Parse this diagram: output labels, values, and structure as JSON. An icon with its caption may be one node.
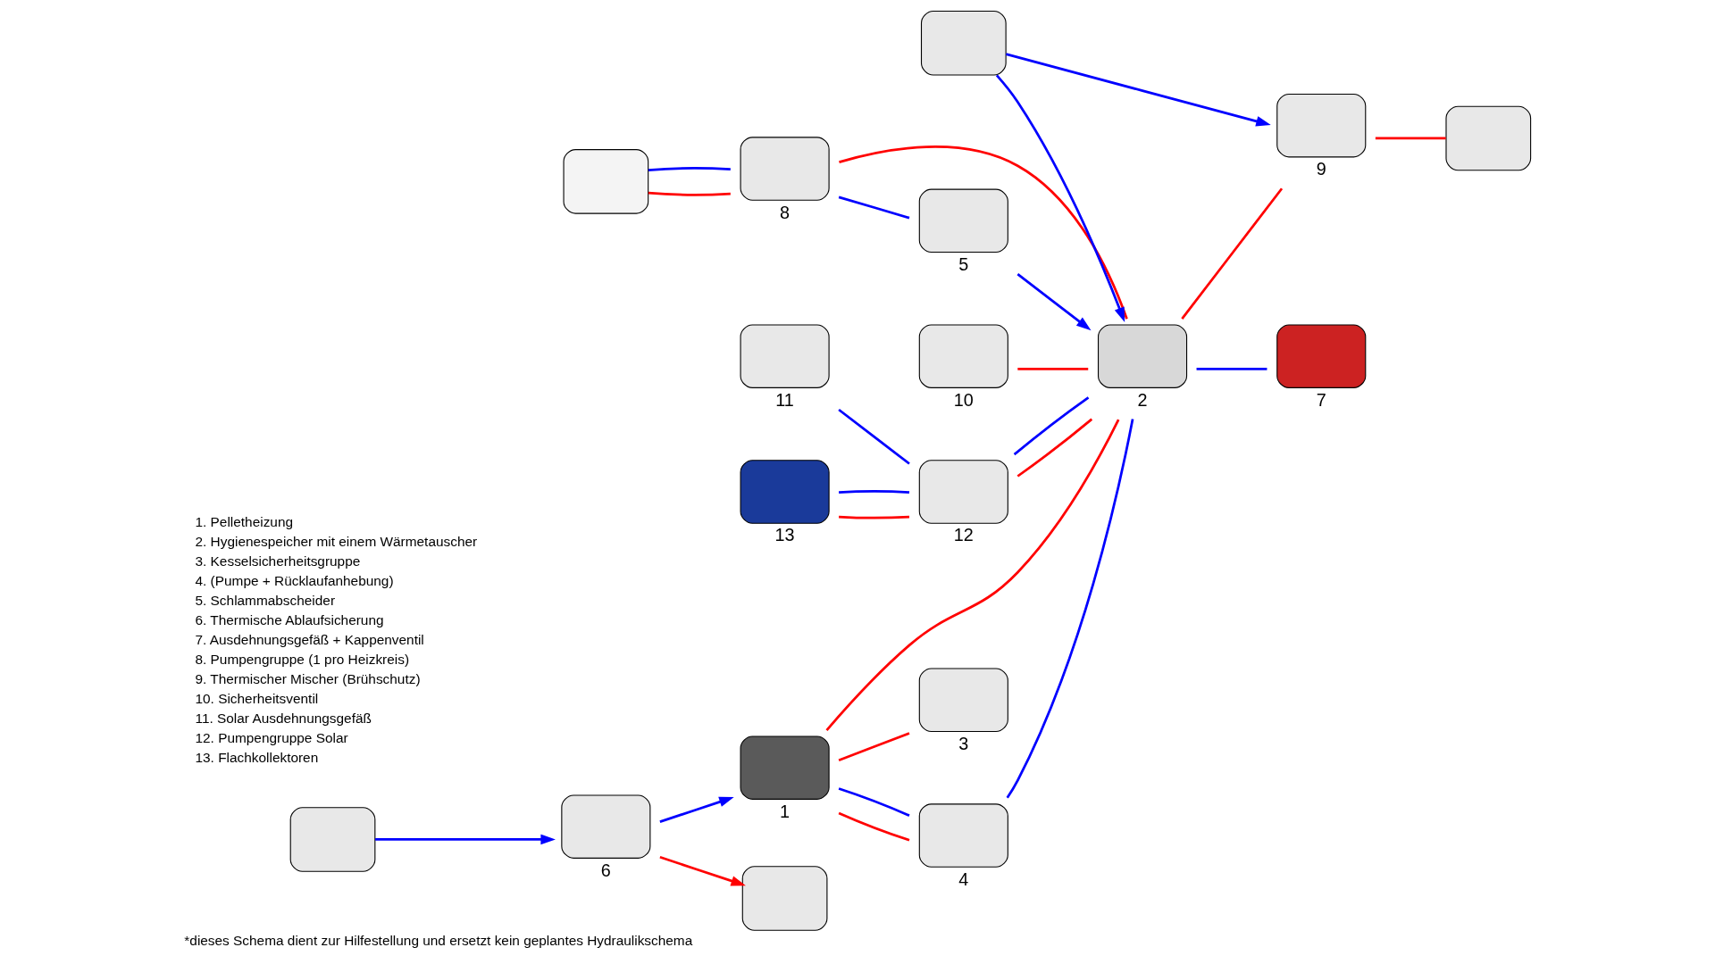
{
  "diagram": {
    "caption": "*dieses Schema dient zur Hilfestellung und ersetzt kein geplantes Hydraulikschema",
    "nodes": [
      {
        "text": [],
        "shape": "box",
        "beside": [
          "1"
        ]
      },
      {
        "text": [],
        "shape": "box",
        "beside": [
          "2"
        ]
      },
      {
        "text": [],
        "shape": "box",
        "beside": [
          "3"
        ]
      },
      {
        "text": [],
        "shape": "box",
        "beside": [
          "4"
        ]
      },
      {
        "text": [],
        "shape": "box",
        "beside": [
          "5"
        ]
      },
      {
        "text": [],
        "shape": "box",
        "beside": [
          "6"
        ]
      },
      {
        "text": [],
        "shape": "box",
        "beside": [
          "7"
        ]
      },
      {
        "text": [],
        "shape": "box",
        "beside": [
          "8"
        ]
      },
      {
        "text": [],
        "shape": "box",
        "beside": [
          "9"
        ]
      },
      {
        "text": [],
        "shape": "box",
        "beside": [
          "10"
        ]
      },
      {
        "text": [],
        "shape": "box",
        "beside": [
          "11"
        ]
      },
      {
        "text": [],
        "shape": "box",
        "beside": [
          "12"
        ]
      },
      {
        "text": [],
        "shape": "box",
        "beside": [
          "13"
        ]
      },
      {
        "text": [],
        "shape": "box"
      },
      {
        "text": [],
        "shape": "box"
      },
      {
        "text": [],
        "shape": "box"
      },
      {
        "text": [],
        "shape": "box"
      },
      {
        "text": [],
        "shape": "box"
      }
    ],
    "edges": [
      {
        "from": 0,
        "to": 2,
        "arrow": "none",
        "color": "#ff0000"
      },
      {
        "from": 0,
        "to": 1,
        "arrow": "none",
        "color": "#ff0000"
      },
      {
        "from": 0,
        "to": 3,
        "arrow": "none",
        "color": "#ff0000"
      },
      {
        "from": 0,
        "to": 3,
        "arrow": "none",
        "color": "#0000ff"
      },
      {
        "from": 3,
        "to": 1,
        "arrow": "none",
        "color": "#0000ff"
      },
      {
        "from": 15,
        "to": 5,
        "arrow": "to",
        "color": "#0000ff"
      },
      {
        "from": 5,
        "to": 0,
        "arrow": "to",
        "color": "#0000ff"
      },
      {
        "from": 5,
        "to": 16,
        "arrow": "to",
        "color": "#ff0000"
      },
      {
        "from": 1,
        "to": 6,
        "arrow": "none",
        "color": "#0000ff"
      },
      {
        "from": 12,
        "to": 11,
        "arrow": "none",
        "color": "#ff0000"
      },
      {
        "from": 12,
        "to": 11,
        "arrow": "none",
        "color": "#0000ff"
      },
      {
        "from": 11,
        "to": 1,
        "arrow": "none",
        "color": "#ff0000"
      },
      {
        "from": 11,
        "to": 1,
        "arrow": "none",
        "color": "#0000ff"
      },
      {
        "from": 10,
        "to": 11,
        "arrow": "none",
        "color": "#0000ff"
      },
      {
        "from": 1,
        "to": 8,
        "arrow": "none",
        "color": "#ff0000"
      },
      {
        "from": 8,
        "to": 13,
        "arrow": "none",
        "color": "#ff0000"
      },
      {
        "from": 9,
        "to": 1,
        "arrow": "none",
        "color": "#ff0000"
      },
      {
        "from": 14,
        "to": 7,
        "arrow": "none",
        "color": "#ff0000"
      },
      {
        "from": 14,
        "to": 7,
        "arrow": "none",
        "color": "#0000ff"
      },
      {
        "from": 7,
        "to": 1,
        "arrow": "none",
        "color": "#ff0000"
      },
      {
        "from": 7,
        "to": 4,
        "arrow": "none",
        "color": "#0000ff"
      },
      {
        "from": 4,
        "to": 1,
        "arrow": "to",
        "color": "#0000ff"
      },
      {
        "from": 17,
        "to": 1,
        "arrow": "to",
        "color": "#0000ff"
      },
      {
        "from": 17,
        "to": 8,
        "arrow": "to",
        "color": "#0000ff"
      }
    ],
    "labels": [
      "1. Pelletheizung",
      "2. Hygienespeicher mit einem Wärmetauscher",
      "3. Kesselsicherheitsgruppe",
      "4. (Pumpe + Rücklaufanhebung)",
      "5. Schlammabscheider",
      "6. Thermische Ablaufsicherung",
      "7. Ausdehnungsgefäß + Kappenventil",
      "8. Pumpengruppe (1 pro Heizkreis)",
      "9. Thermischer Mischer (Brühschutz)",
      "10. Sicherheitsventil",
      "11. Solar Ausdehnungsgefäß",
      "12. Pumpengruppe Solar",
      "13. Flachkollektoren"
    ]
  }
}
